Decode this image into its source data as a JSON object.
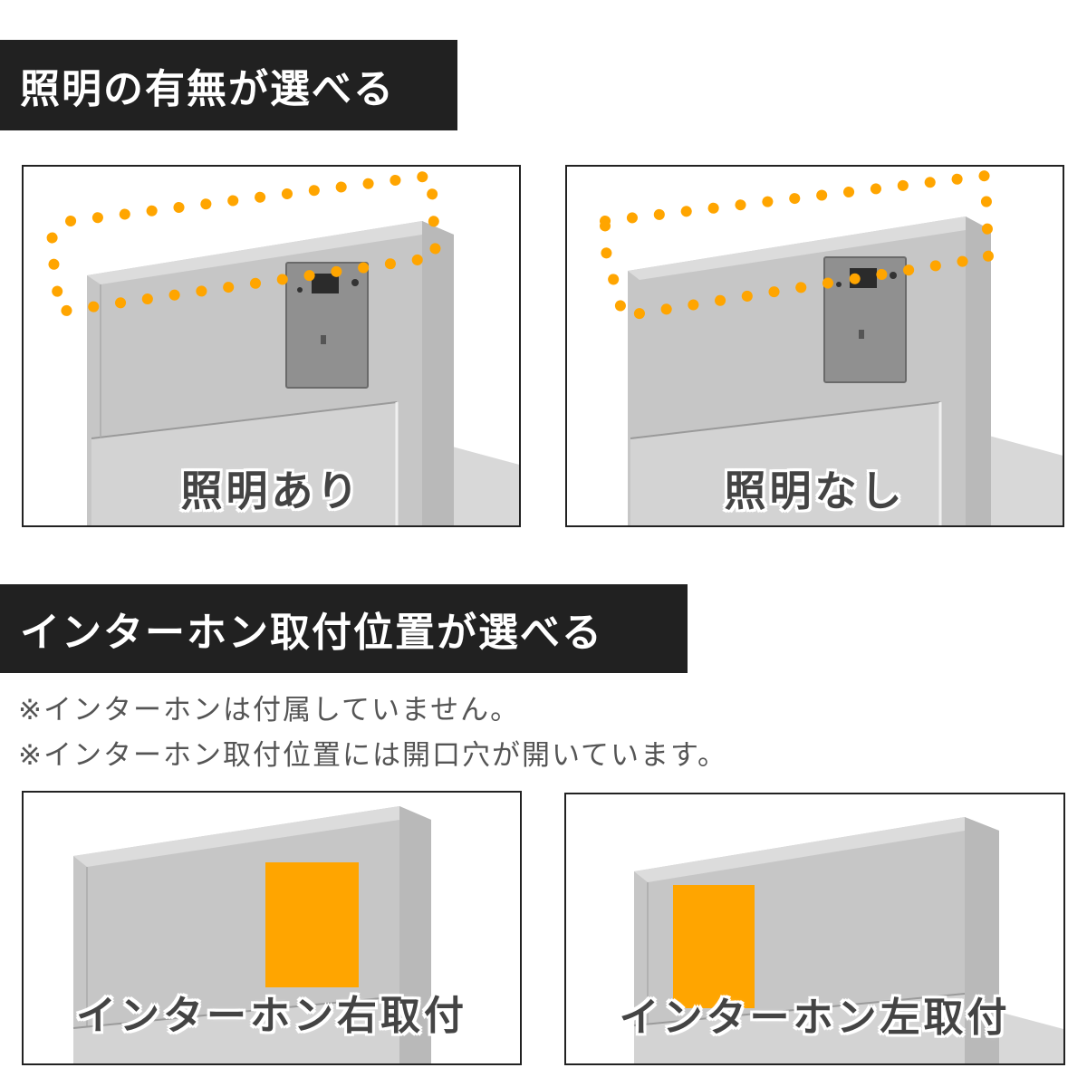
{
  "section_lighting": {
    "heading": "照明の有無が選べる",
    "option_with_light": "照明あり",
    "option_without_light": "照明なし"
  },
  "section_intercom": {
    "heading": "インターホン取付位置が選べる",
    "note_1": "※インターホンは付属していません。",
    "note_2": "※インターホン取付位置には開口穴が開いています。",
    "option_right": "インターホン右取付",
    "option_left": "インターホン左取付"
  },
  "colors": {
    "highlight": "#FFA500",
    "heading_bg": "#212121",
    "panel_gray": "#C9C9C9"
  }
}
